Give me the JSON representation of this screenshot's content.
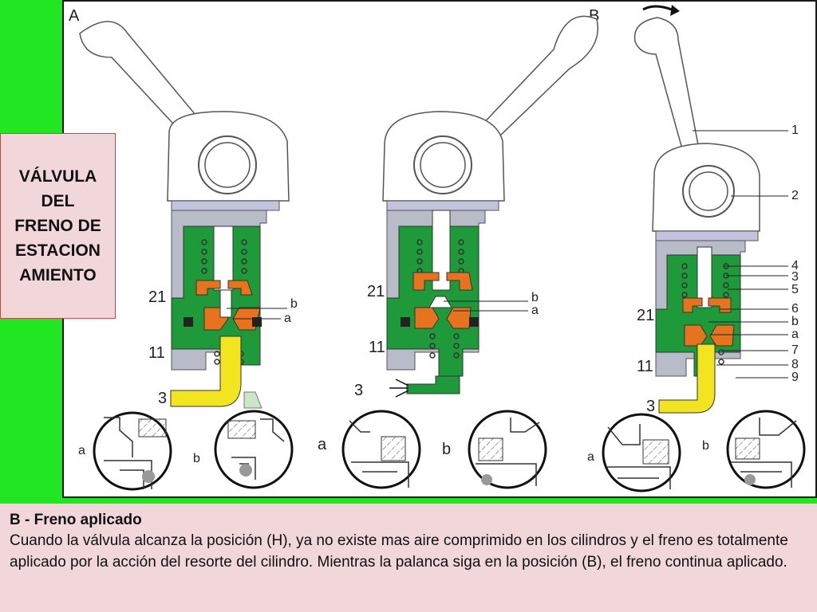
{
  "title_box": {
    "text": "VÁLVULA\nDEL\nFRENO DE\nESTACION\nAMIENTO"
  },
  "panels": {
    "a": "A",
    "b": "B"
  },
  "labels": {
    "port_21": "21",
    "port_11": "11",
    "port_3": "3",
    "letter_a": "a",
    "letter_b": "b",
    "n1": "1",
    "n2": "2",
    "n3": "3",
    "n4": "4",
    "n5": "5",
    "n6": "6",
    "n7": "7",
    "n8": "8",
    "n9": "9"
  },
  "caption": {
    "title": "B - Freno aplicado",
    "body": "Cuando la válvula alcanza la posición (H), ya no existe mas aire comprimido en los cilindros y el freno es totalmente aplicado por la acción del resorte del cilindro. Mientras la palanca siga en la posición (B), el freno continua aplicado."
  },
  "colors": {
    "background": "#22e622",
    "caption_bg": "#f2d7da",
    "body_green": "#1e9a3a",
    "orange": "#e8731f",
    "yellow": "#f2e41e",
    "lavender": "#c4c2dc",
    "steel": "#b8bcc8"
  }
}
